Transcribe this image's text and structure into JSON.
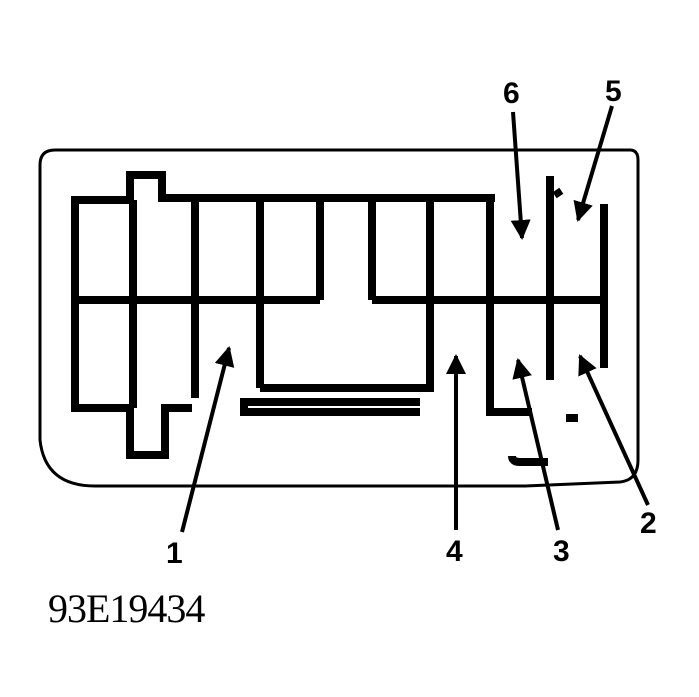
{
  "diagram": {
    "figure_code": "93E19434",
    "callouts": [
      {
        "id": "1",
        "label": "1"
      },
      {
        "id": "2",
        "label": "2"
      },
      {
        "id": "3",
        "label": "3"
      },
      {
        "id": "4",
        "label": "4"
      },
      {
        "id": "5",
        "label": "5"
      },
      {
        "id": "6",
        "label": "6"
      }
    ]
  }
}
